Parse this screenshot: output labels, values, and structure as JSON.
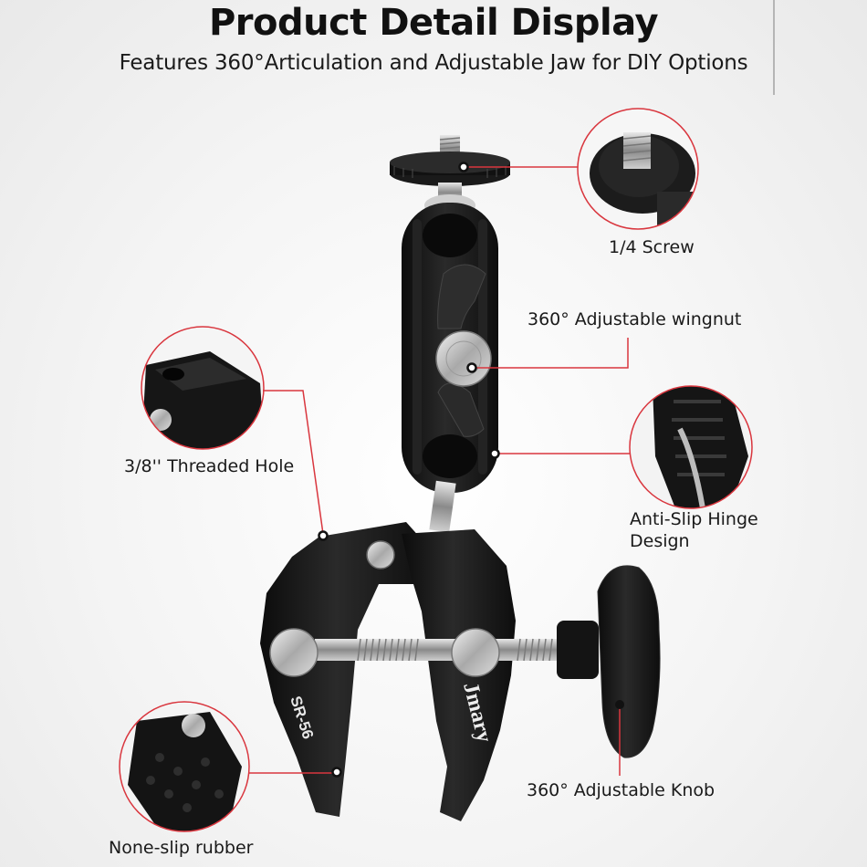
{
  "header": {
    "title": "Product Detail Display",
    "subtitle": "Features 360°Articulation and Adjustable Jaw for DIY Options"
  },
  "product": {
    "model_mark": "SR-56",
    "brand_mark": "Jmary"
  },
  "callouts": {
    "screw": "1/4 Screw",
    "wingnut": "360° Adjustable wingnut",
    "threaded_hole": "3/8'' Threaded Hole",
    "hinge_line1": "Anti-Slip Hinge",
    "hinge_line2": "Design",
    "knob": "360° Adjustable Knob",
    "rubber": "None-slip rubber"
  },
  "colors": {
    "accent": "#d9363e",
    "product": "#161616",
    "metal": "#b9b9b9"
  }
}
